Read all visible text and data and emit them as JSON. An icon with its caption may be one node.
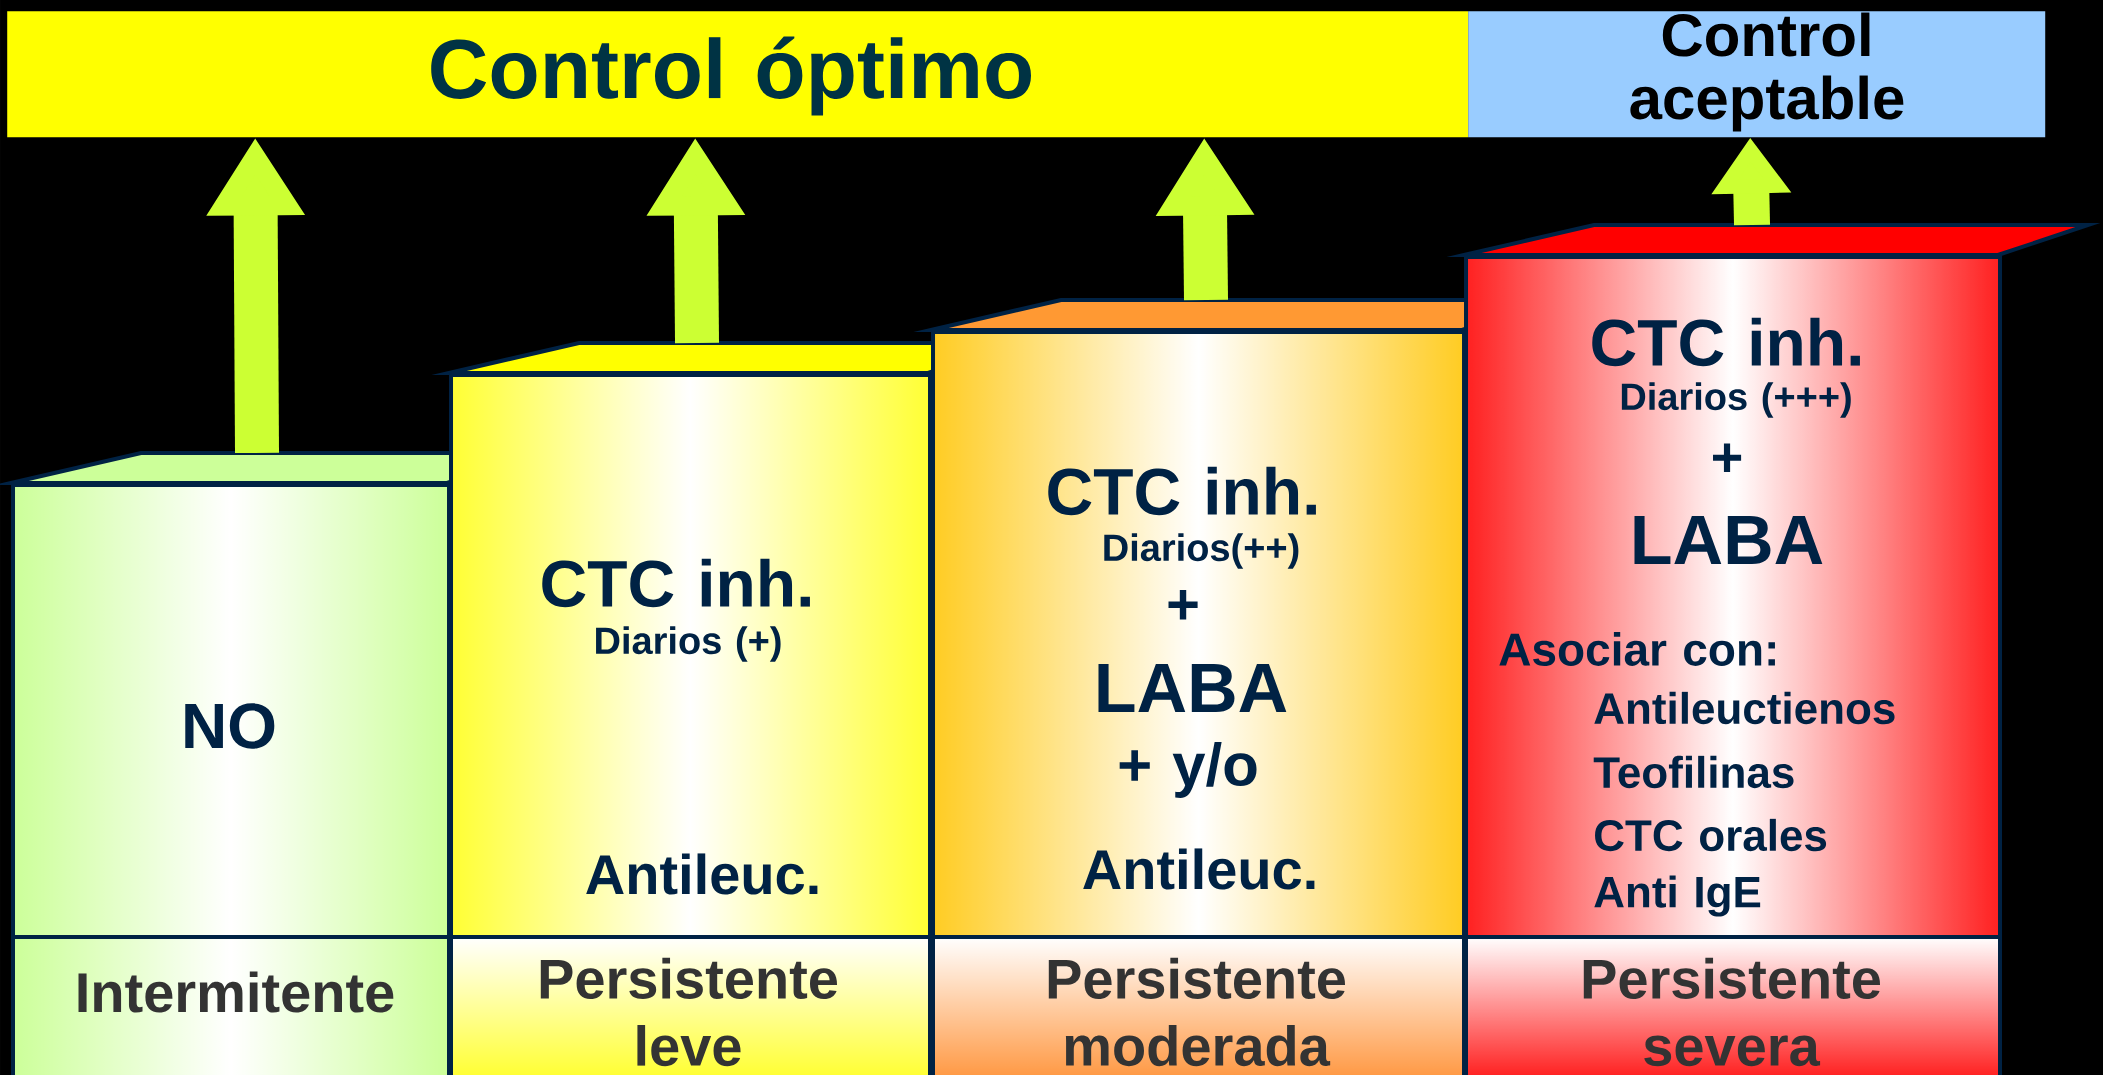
{
  "diagram": {
    "nodes": [
      {
        "text": [
          "Control óptimo"
        ]
      },
      {
        "text": [
          "Control aceptable"
        ]
      },
      {
        "text": [
          "NO"
        ]
      },
      {
        "text": [
          "CTC inh.",
          "Diarios (+)",
          "Antileuc."
        ]
      },
      {
        "text": [
          "CTC inh.",
          "Diarios(++)",
          "+",
          "LABA",
          "+ y/o",
          "Antileuc."
        ]
      },
      {
        "text": [
          "CTC inh.",
          "Diarios (+++)",
          "+",
          "LABA",
          "Asociar con:",
          "Antileuctienos",
          "Teofilinas",
          "CTC orales",
          "Anti IgE"
        ]
      },
      {
        "text": [
          "Intermitente"
        ]
      },
      {
        "text": [
          "Persistente leve"
        ]
      },
      {
        "text": [
          "Persistente moderada"
        ]
      },
      {
        "text": [
          "Persistente severa"
        ]
      }
    ],
    "edges": [
      {
        "from": 2,
        "to": 0,
        "arrow": "to"
      },
      {
        "from": 3,
        "to": 0,
        "arrow": "to"
      },
      {
        "from": 4,
        "to": 0,
        "arrow": "to"
      },
      {
        "from": 5,
        "to": 1,
        "arrow": "to"
      }
    ]
  }
}
